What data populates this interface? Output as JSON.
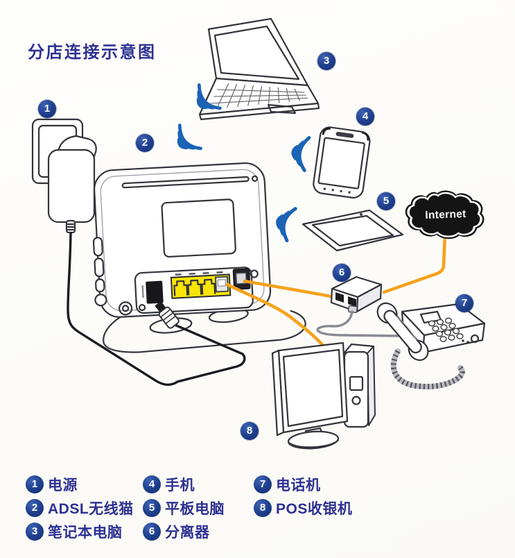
{
  "title": "分店连接示意图",
  "internet_label": "Internet",
  "diagram": {
    "badge_numbers": [
      "1",
      "2",
      "3",
      "4",
      "5",
      "6",
      "7",
      "8"
    ]
  },
  "legend": {
    "columns": [
      {
        "items": [
          {
            "number": "1",
            "label": "电源"
          },
          {
            "number": "2",
            "label": "ADSL无线猫"
          },
          {
            "number": "3",
            "label": "笔记本电脑"
          }
        ]
      },
      {
        "items": [
          {
            "number": "4",
            "label": "手机"
          },
          {
            "number": "5",
            "label": "平板电脑"
          },
          {
            "number": "6",
            "label": "分离器"
          }
        ]
      },
      {
        "items": [
          {
            "number": "7",
            "label": "电话机"
          },
          {
            "number": "8",
            "label": "POS收银机"
          }
        ]
      }
    ]
  },
  "colors": {
    "accent_text": "#2d3192",
    "badge_navy": "#1e3c8c",
    "wifi_blue": "#1b63b5",
    "cable_orange": "#f6a21d",
    "port_yellow": "#f8e504",
    "cable_black": "#1b1b20",
    "cable_grey": "#898992",
    "cloud_black": "#141414"
  }
}
